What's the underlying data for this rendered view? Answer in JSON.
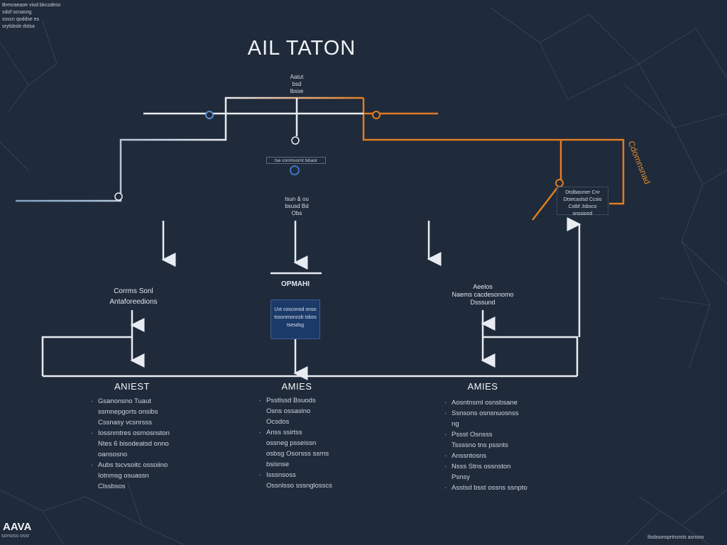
{
  "title": "AIL TATON",
  "colors": {
    "background": "#1f2a3a",
    "line_primary": "#e8ecf2",
    "line_blue": "#7fa3c4",
    "accent_orange": "#e07d22",
    "box_fill": "#1c3a68"
  },
  "corner_top_left": [
    "Bresraeaoe viod  bkcsdesn",
    "sdof scnasng",
    "ssscn qoddse es",
    "srylsbsle dstsa"
  ],
  "top_labels": [
    "Aatut",
    "bsd",
    "lbsse"
  ],
  "middle_box_text": "tse conmsornt lsbaor",
  "center_labels": [
    "Isun & ou",
    "bsusd Bd",
    "Obs"
  ],
  "right_box_text": [
    "Dtslbasmer Cnr",
    "Dtsecaslsd Ccsio",
    "Cstbf Jsbsco",
    "snssiond"
  ],
  "rotated_label": "Cdomnsnad",
  "columns": [
    {
      "top_label": [
        "Corrms Sonl",
        "Antaforeedions"
      ],
      "heading": "ANIEST",
      "items": [
        {
          "bullet": true,
          "text": "Gsanonsno Tuaut"
        },
        {
          "bullet": false,
          "text": "ssmnepgorts onsibs"
        },
        {
          "bullet": false,
          "text": "Cssnasy vcsnrsss"
        },
        {
          "bullet": true,
          "text": "Iossnmtres osrnosnston"
        },
        {
          "bullet": false,
          "text": "Ntes 6 bisodeatsd onno"
        },
        {
          "bullet": false,
          "text": "oansosno"
        },
        {
          "bullet": true,
          "text": "Aubs tscvsoitc ossoiino"
        },
        {
          "bullet": false,
          "text": "Iotnmsg osuassn"
        },
        {
          "bullet": false,
          "text": "Clssbsos"
        }
      ]
    },
    {
      "top_label": [
        "OPMAHI"
      ],
      "box_text": [
        "Ust cosconsd onso",
        "tssonmoncsb tsbss",
        "tsesdsg"
      ],
      "heading": "AMIES",
      "items": [
        {
          "bullet": true,
          "text": "Psstlssd Bsuods"
        },
        {
          "bullet": false,
          "text": "Osns ossasino"
        },
        {
          "bullet": false,
          "text": "Ocsdos"
        },
        {
          "bullet": true,
          "text": "Anss ssirtss"
        },
        {
          "bullet": false,
          "text": "ossneg psseissn"
        },
        {
          "bullet": false,
          "text": "osbsg Osorsss ssrns"
        },
        {
          "bullet": false,
          "text": "bsisnse"
        },
        {
          "bullet": true,
          "text": "Isssnsoss"
        },
        {
          "bullet": false,
          "text": "Ossnlsso sssnglosscs"
        }
      ]
    },
    {
      "top_label": [
        "Aeelos",
        "Naems cacdesonomo",
        "Dsssund"
      ],
      "heading": "AMIES",
      "items": [
        {
          "bullet": true,
          "text": "Aosntnsml osnsbsane"
        },
        {
          "bullet": true,
          "text": "Ssnsons osnsnuosnss"
        },
        {
          "bullet": false,
          "text": "ng"
        },
        {
          "bullet": true,
          "text": "Pssst Osnsss"
        },
        {
          "bullet": false,
          "text": "Tssssno tns pssnts"
        },
        {
          "bullet": true,
          "text": "Anssntosns"
        },
        {
          "bullet": true,
          "text": "Nsss Stns ossnston"
        },
        {
          "bullet": false,
          "text": "Psnsy"
        },
        {
          "bullet": true,
          "text": "Asstsd bsst ossns ssnpto"
        }
      ]
    }
  ],
  "logo": {
    "text": "AAVA",
    "sub": "sorsoss ossr"
  },
  "footer_right": "Ibsbsonsprtnsrsts asnsno"
}
